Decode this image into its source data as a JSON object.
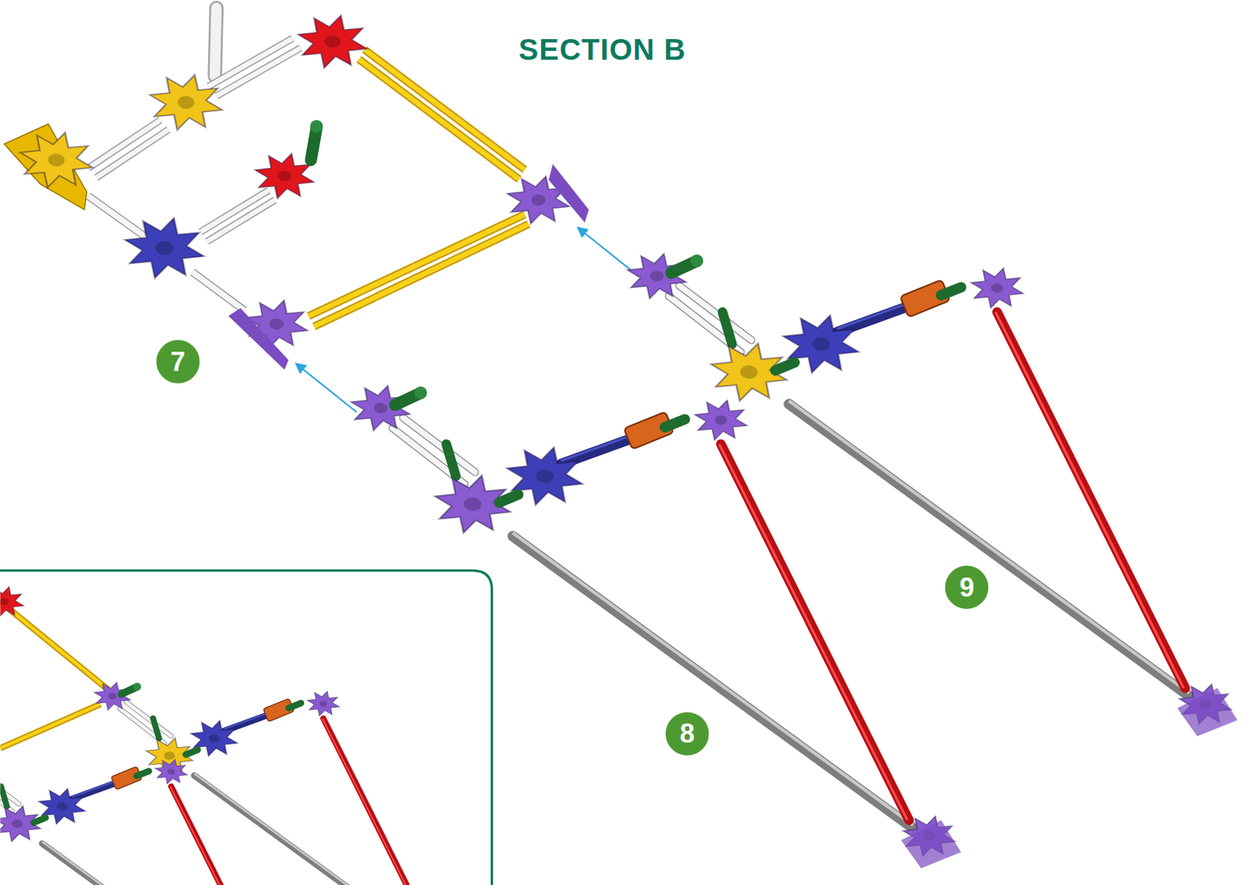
{
  "diagram": {
    "title": "SECTION B",
    "labels": [
      "7",
      "8",
      "9"
    ]
  }
}
